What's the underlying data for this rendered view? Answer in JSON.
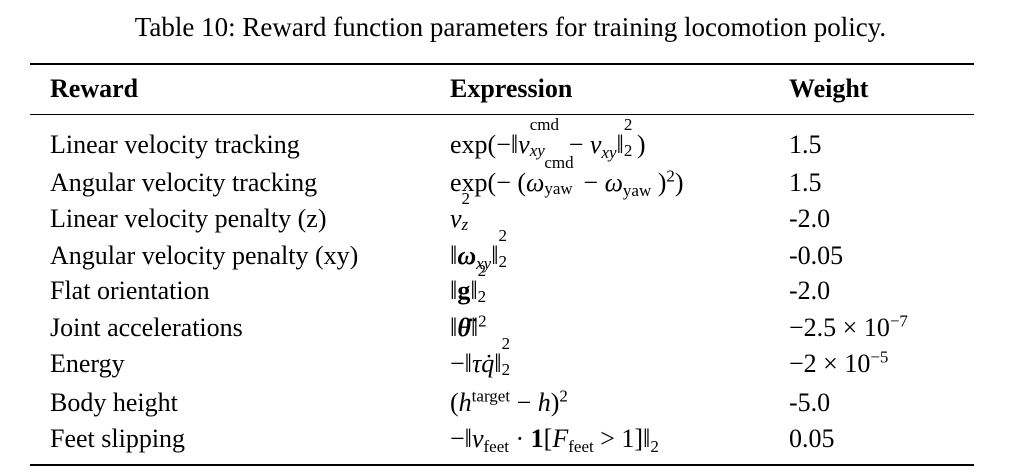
{
  "caption": "Table 10: Reward function parameters for training locomotion policy.",
  "headers": {
    "reward": "Reward",
    "expression": "Expression",
    "weight": "Weight"
  },
  "rows": [
    {
      "reward": "Linear velocity tracking",
      "weight": "1.5"
    },
    {
      "reward": "Angular velocity tracking",
      "weight": "1.5"
    },
    {
      "reward": "Linear velocity penalty (z)",
      "weight": "-2.0"
    },
    {
      "reward": "Angular velocity penalty (xy)",
      "weight": "-0.05"
    },
    {
      "reward": "Flat orientation",
      "weight": "-2.0"
    },
    {
      "reward": "Joint accelerations",
      "weight": "−2.5 × 10−7"
    },
    {
      "reward": "Energy",
      "weight": "−2 × 10−5"
    },
    {
      "reward": "Body height",
      "weight": "-5.0"
    },
    {
      "reward": "Feet slipping",
      "weight": "0.05"
    }
  ]
}
